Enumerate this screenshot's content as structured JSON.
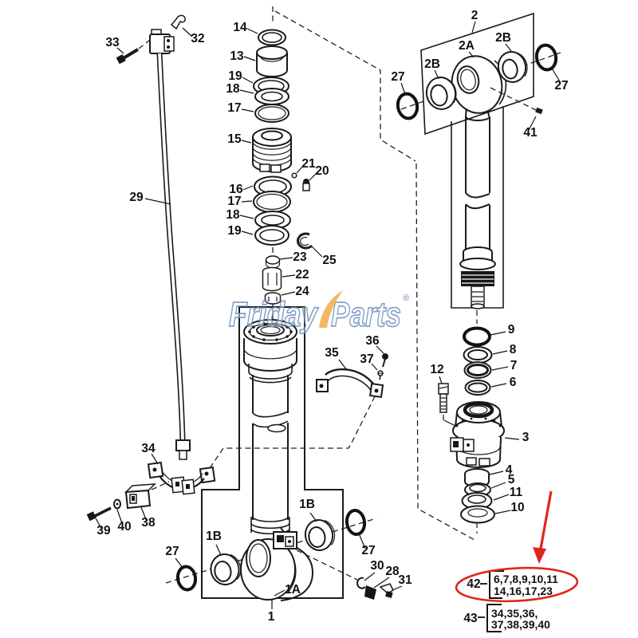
{
  "watermark": {
    "brand_first": "Friday",
    "brand_second": "Parts",
    "registered_mark": "®"
  },
  "colors": {
    "line_art": "#1a1a1a",
    "annotation_red": "#e0261c",
    "watermark_blue": "#6b91bf",
    "watermark_orange": "#f0a43c",
    "background": "#ffffff"
  },
  "part_labels": [
    "33",
    "32",
    "29",
    "14",
    "13",
    "19",
    "18",
    "17",
    "15",
    "21",
    "20",
    "16",
    "17",
    "18",
    "19",
    "23",
    "25",
    "22",
    "24",
    "2",
    "2A",
    "2B",
    "2B",
    "27",
    "27",
    "41",
    "9",
    "8",
    "7",
    "6",
    "12",
    "3",
    "4",
    "5",
    "11",
    "10",
    "36",
    "35",
    "37",
    "34",
    "39",
    "40",
    "38",
    "1B",
    "1B",
    "27",
    "27",
    "1A",
    "1",
    "30",
    "28",
    "31"
  ],
  "callouts": {
    "group_42": {
      "number": "42",
      "parts_line_1": "6,7,8,9,10,11",
      "parts_line_2": "14,16,17,23"
    },
    "group_43": {
      "number": "43",
      "parts_line_1": "34,35,36,",
      "parts_line_2": "37,38,39,40"
    }
  }
}
